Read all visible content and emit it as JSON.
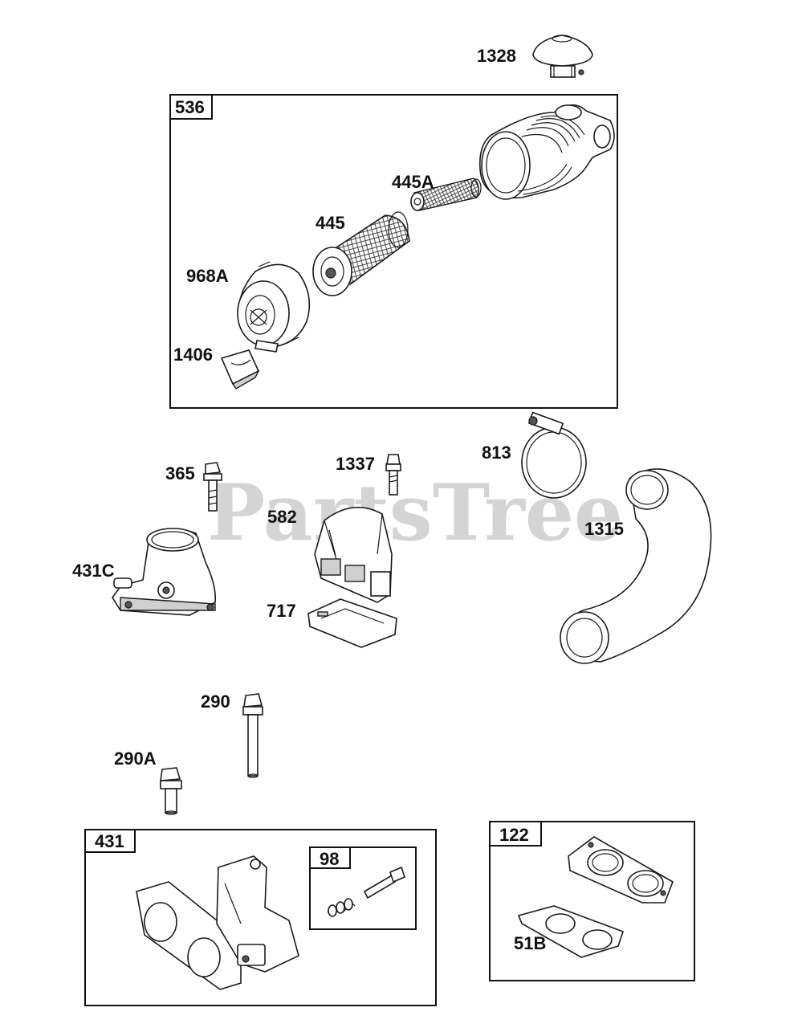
{
  "watermark": "PartsTree",
  "groups": {
    "g536": "536",
    "g431": "431",
    "g98": "98",
    "g122": "122"
  },
  "labels": {
    "p1328": "1328",
    "p445A": "445A",
    "p445": "445",
    "p968A": "968A",
    "p1406": "1406",
    "p813": "813",
    "p1337": "1337",
    "p365": "365",
    "p582": "582",
    "p1315": "1315",
    "p431C": "431C",
    "p717": "717",
    "p290": "290",
    "p290A": "290A",
    "p51B": "51B"
  }
}
